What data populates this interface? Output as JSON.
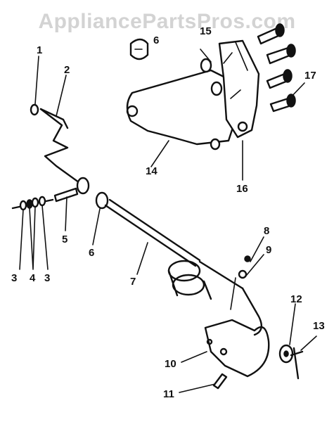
{
  "watermark": "AppliancePartsPros.com",
  "callouts": [
    {
      "id": "c1",
      "label": "1"
    },
    {
      "id": "c2",
      "label": "2"
    },
    {
      "id": "c3a",
      "label": "3"
    },
    {
      "id": "c4",
      "label": "4"
    },
    {
      "id": "c3b",
      "label": "3"
    },
    {
      "id": "c5",
      "label": "5"
    },
    {
      "id": "c6a",
      "label": "6"
    },
    {
      "id": "c6b",
      "label": "6"
    },
    {
      "id": "c7",
      "label": "7"
    },
    {
      "id": "c8",
      "label": "8"
    },
    {
      "id": "c9",
      "label": "9"
    },
    {
      "id": "c10",
      "label": "10"
    },
    {
      "id": "c11",
      "label": "11"
    },
    {
      "id": "c12",
      "label": "12"
    },
    {
      "id": "c13",
      "label": "13"
    },
    {
      "id": "c14",
      "label": "14"
    },
    {
      "id": "c15",
      "label": "15"
    },
    {
      "id": "c16",
      "label": "16"
    },
    {
      "id": "c17",
      "label": "17"
    }
  ]
}
